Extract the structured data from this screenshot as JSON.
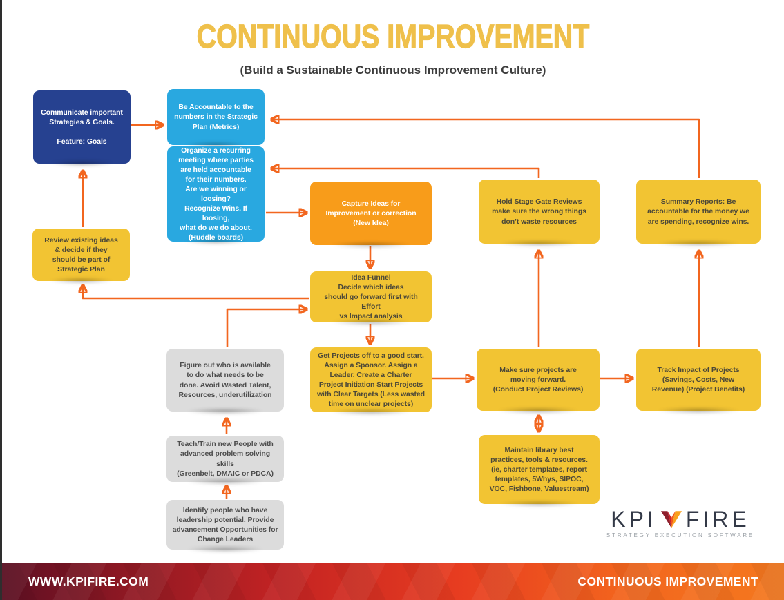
{
  "page": {
    "title": "CONTINUOUS IMPROVEMENT",
    "subtitle": "(Build a Sustainable Continuous Improvement Culture)"
  },
  "colors": {
    "title_yellow": "#EFC04B",
    "node_navy": "#264190",
    "node_blue": "#29A8E0",
    "node_orange": "#F89C1A",
    "node_yellow": "#F2C433",
    "node_gray": "#DCDCDC",
    "arrow_orange": "#F2661F",
    "footer_gradient_left": "#5e0f23",
    "footer_gradient_right": "#f4791f"
  },
  "nodes": {
    "communicate": {
      "text": "Communicate important\nStrategies & Goals.\n\nFeature: Goals"
    },
    "accountable": {
      "text": "Be Accountable to the\nnumbers in the Strategic\nPlan (Metrics)"
    },
    "organize": {
      "text": "Organize a recurring\nmeeting where parties\nare held accountable\nfor their numbers.\nAre we winning or loosing?\nRecognize Wins, If loosing,\nwhat do we do about.\n(Huddle boards)"
    },
    "review": {
      "text": "Review existing ideas\n& decide if they\nshould be part of\nStrategic Plan"
    },
    "capture": {
      "text": "Capture Ideas for\nImprovement or correction\n(New Idea)"
    },
    "idea_funnel": {
      "text": "Idea Funnel\nDecide which ideas\nshould go forward first with Effort\nvs Impact analysis"
    },
    "hold_stage": {
      "text": "Hold Stage Gate Reviews\nmake sure the wrong things\ndon’t waste resources"
    },
    "summary": {
      "text": "Summary Reports: Be\naccountable for the money we\nare spending, recognize wins."
    },
    "figure_out": {
      "text": "Figure out who is available\nto do what needs to be\ndone. Avoid Wasted Talent,\nResources, underutilization"
    },
    "get_projects": {
      "text": "Get Projects off to a good start.\nAssign a Sponsor. Assign a\nLeader. Create a Charter\nProject Initiation Start Projects\nwith Clear Targets (Less wasted\ntime on unclear projects)"
    },
    "make_sure": {
      "text": "Make sure projects are\nmoving forward.\n(Conduct Project Reviews)"
    },
    "track_impact": {
      "text": "Track Impact of Projects\n(Savings, Costs, New\nRevenue) (Project Benefits)"
    },
    "maintain": {
      "text": "Maintain library best\npractices, tools & resources.\n(ie, charter templates, report\ntemplates, 5Whys, SIPOC,\nVOC, Fishbone, Valuestream)"
    },
    "teach": {
      "text": "Teach/Train new People with\nadvanced problem solving skills\n(Greenbelt, DMAIC or PDCA)"
    },
    "identify": {
      "text": "Identify people who have\nleadership potential. Provide\nadvancement Opportunities for\nChange Leaders"
    }
  },
  "logo": {
    "brand_left": "KPI",
    "brand_right": "FIRE",
    "tagline": "STRATEGY EXECUTION SOFTWARE"
  },
  "footer": {
    "left": "WWW.KPIFIRE.COM",
    "right": "CONTINUOUS IMPROVEMENT"
  }
}
